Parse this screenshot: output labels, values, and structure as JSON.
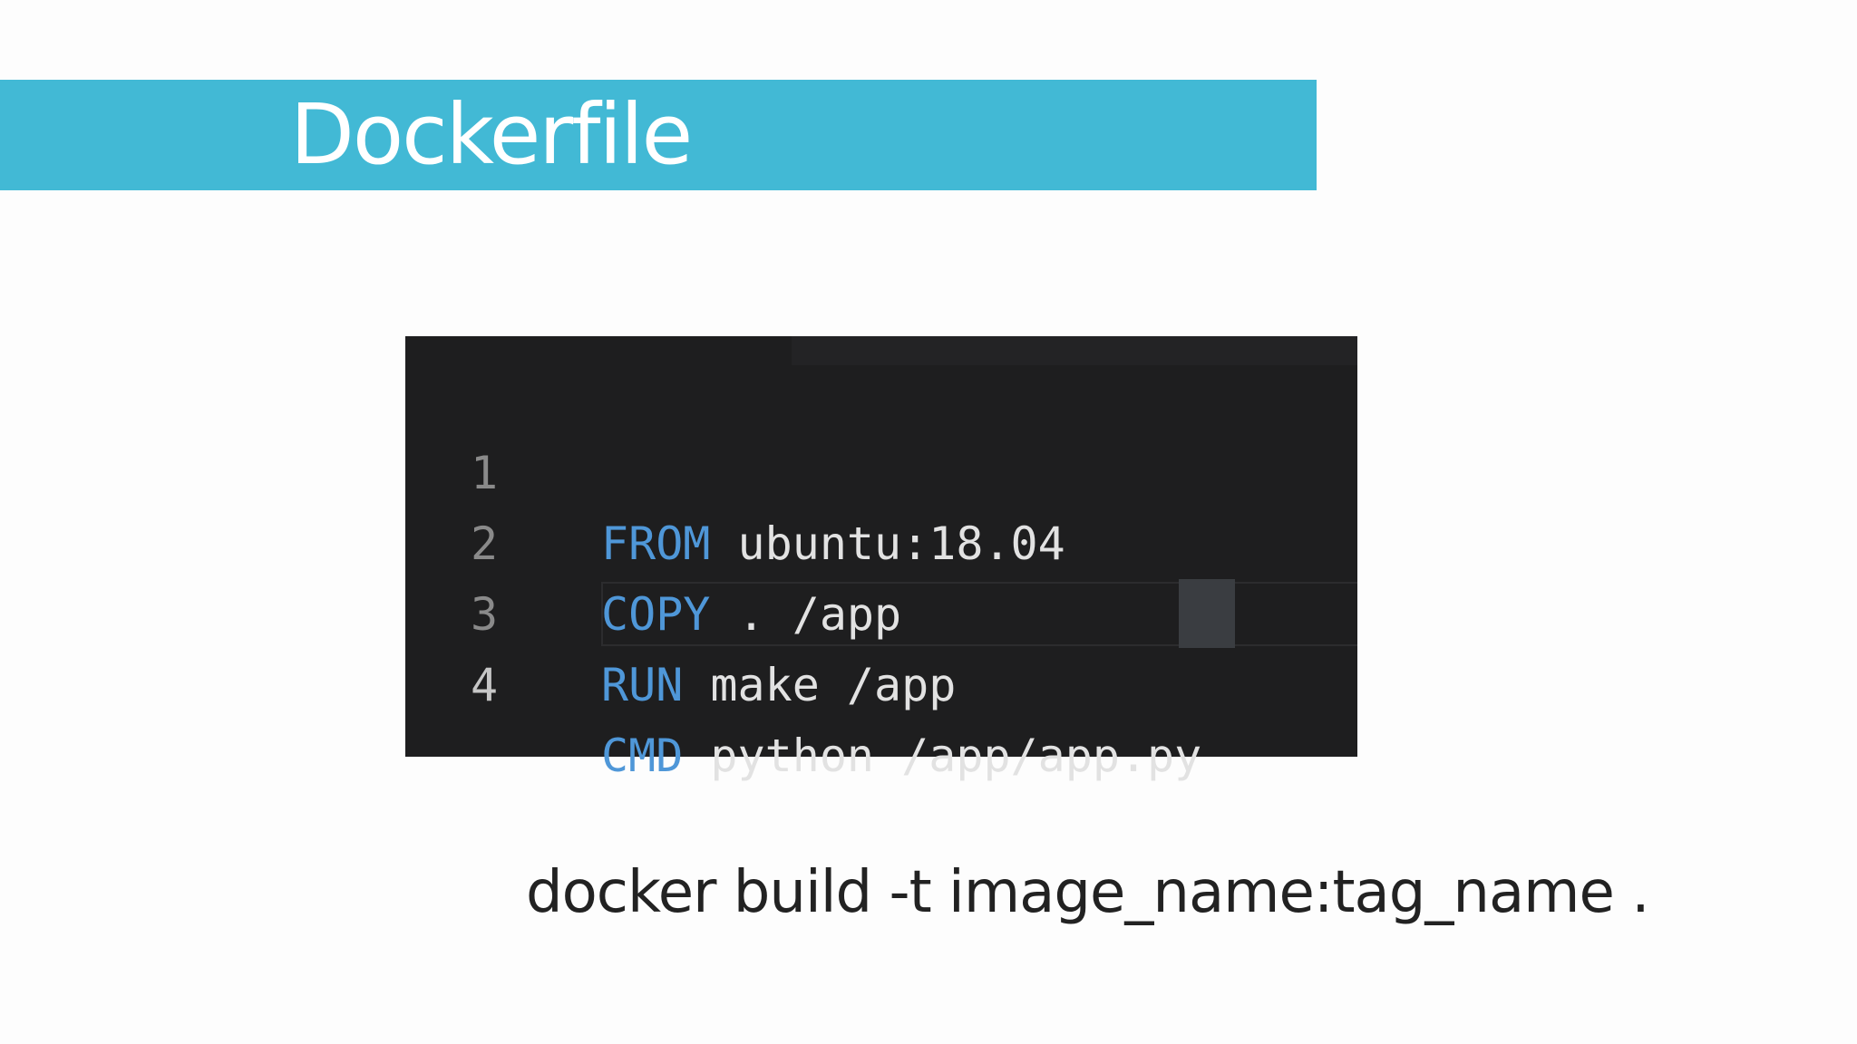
{
  "slide": {
    "title": "Dockerfile",
    "command": "docker build -t image_name:tag_name ."
  },
  "code": {
    "lines": [
      {
        "number": "1",
        "keyword": "FROM",
        "rest": " ubuntu:18.04"
      },
      {
        "number": "2",
        "keyword": "COPY",
        "rest": " . /app"
      },
      {
        "number": "3",
        "keyword": "RUN",
        "rest": " make /app"
      },
      {
        "number": "4",
        "keyword": "CMD",
        "rest": " python /app/app.py"
      }
    ],
    "active_line": "4"
  },
  "colors": {
    "banner": "#42b9d5",
    "code_background": "#1e1e1f",
    "keyword": "#4f97d8",
    "code_text": "#e2e2e2"
  }
}
